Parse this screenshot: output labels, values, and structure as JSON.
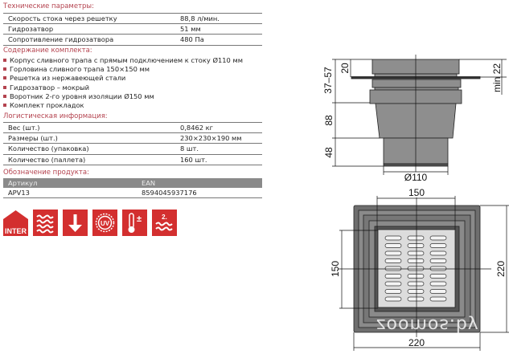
{
  "tech": {
    "title": "Технические параметры:",
    "rows": [
      {
        "label": "Скорость стока через решетку",
        "value": "88,8 л/мин."
      },
      {
        "label": "Гидрозатвор",
        "value": "51 мм"
      },
      {
        "label": "Сопротивление гидрозатвора",
        "value": "480 Па"
      }
    ]
  },
  "kit": {
    "title": "Содержание комплекта:",
    "items": [
      "Корпус сливного трапа с прямым подключением к стоку Ø110 мм",
      "Горловина сливного трапа 150×150 мм",
      "Решетка из нержавеющей стали",
      "Гидрозатвор – мокрый",
      "Воротник 2-го уровня изоляции Ø150 мм",
      "Комплект прокладок"
    ]
  },
  "logistics": {
    "title": "Логистическая информация:",
    "rows": [
      {
        "label": "Вес (шт.)",
        "value": "0,8462 кг"
      },
      {
        "label": "Размеры (шт.)",
        "value": "230×230×190 мм"
      },
      {
        "label": "Количество (упаковка)",
        "value": "8 шт."
      },
      {
        "label": "Количество (паллета)",
        "value": "160 шт."
      }
    ]
  },
  "product": {
    "title": "Обозначение продукта:",
    "headers": [
      "Артикул",
      "EAN"
    ],
    "row": [
      "APV13",
      "8594045937176"
    ]
  },
  "icons": [
    {
      "name": "inter-house-icon",
      "text": "INTER"
    },
    {
      "name": "water-waves-icon"
    },
    {
      "name": "down-arrow-icon"
    },
    {
      "name": "uv-icon",
      "text": "UV"
    },
    {
      "name": "thermometer-icon",
      "text": "±"
    },
    {
      "name": "second-level-waves-icon",
      "text": "2."
    }
  ],
  "colors": {
    "accent": "#b4434f",
    "icon_bg": "#d32f2f",
    "header_gray": "#8a8a8a"
  },
  "side_drawing": {
    "dims": {
      "total": "37–57",
      "top": "20",
      "mid": "88",
      "bottom": "48",
      "min": "min 22",
      "diameter": "Ø110"
    }
  },
  "top_drawing": {
    "dims": {
      "grate_w": "150",
      "grate_h": "150",
      "outer_w": "220",
      "outer_h": "220"
    }
  },
  "watermark": "zoomos.by"
}
